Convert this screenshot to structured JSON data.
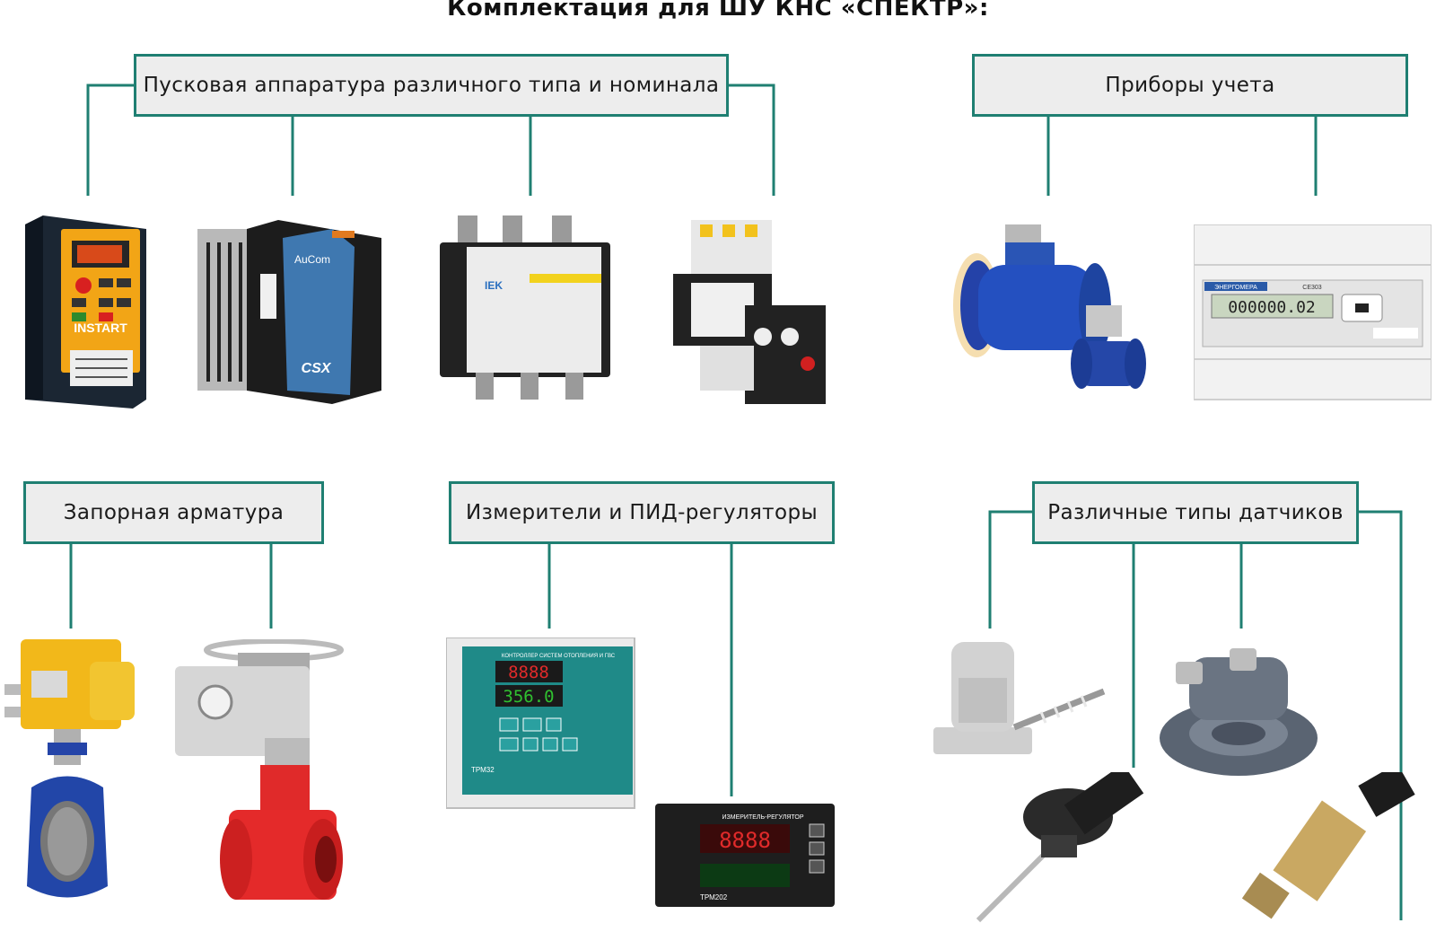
{
  "title": "Комплектация для ШУ КНС «СПЕКТР»:",
  "categories": {
    "starting": "Пусковая аппаратура различного типа и номинала",
    "meters": "Приборы учета",
    "valves": "Запорная арматура",
    "controllers": "Измерители и ПИД-регуляторы",
    "sensors": "Различные типы датчиков"
  },
  "product_text": {
    "instart_brand": "INSTART",
    "softstart_brand": "AuCom",
    "softstart_series": "CSX",
    "contactor_brand": "IEK",
    "meter_brand": "ЭНЕРГОМЕРА",
    "meter_reading": "000000.02",
    "meter_model": "CE303",
    "trm32_model": "ТРМ32",
    "trm32_header": "КОНТРОЛЛЕР СИСТЕМ ОТОПЛЕНИЯ И ГВС",
    "trm32_display1": "8888",
    "trm32_display2": "356.0",
    "trm202_model": "ТРМ202",
    "trm202_header": "ИЗМЕРИТЕЛЬ-РЕГУЛЯТОР",
    "trm202_display": "8888"
  },
  "colors": {
    "accent": "#1f7f72",
    "box_fill": "#ededed"
  }
}
